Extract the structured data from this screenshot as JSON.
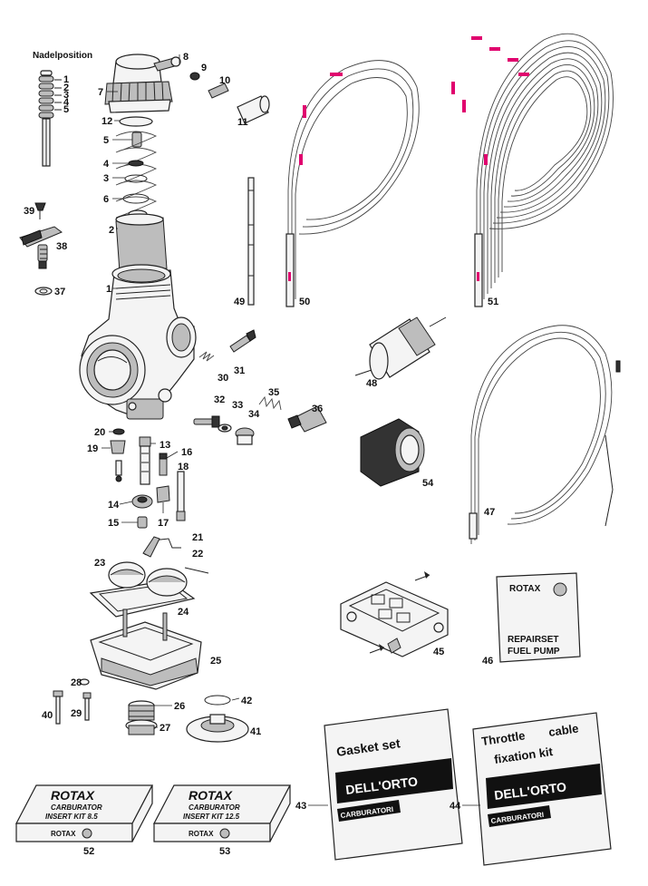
{
  "needle": {
    "title": "Nadelposition",
    "positions": [
      "1",
      "2",
      "3",
      "4",
      "5"
    ]
  },
  "callouts": [
    "1",
    "2",
    "3",
    "4",
    "5",
    "6",
    "7",
    "8",
    "9",
    "10",
    "11",
    "12",
    "13",
    "14",
    "15",
    "16",
    "17",
    "18",
    "19",
    "20",
    "21",
    "22",
    "23",
    "24",
    "25",
    "26",
    "27",
    "28",
    "29",
    "30",
    "31",
    "32",
    "33",
    "34",
    "35",
    "36",
    "37",
    "38",
    "39",
    "40",
    "41",
    "42",
    "43",
    "44",
    "45",
    "46",
    "47",
    "48",
    "49",
    "50",
    "51",
    "52",
    "53",
    "54"
  ],
  "kits": {
    "kit85": {
      "brand": "ROTAX",
      "line1": "CARBURATOR",
      "line2": "INSERT KIT 8.5",
      "footer": "ROTAX"
    },
    "kit125": {
      "brand": "ROTAX",
      "line1": "CARBURATOR",
      "line2": "INSERT KIT 12.5",
      "footer": "ROTAX"
    }
  },
  "repairset": {
    "brand": "ROTAX",
    "line1": "REPAIRSET",
    "line2": "FUEL PUMP"
  },
  "gasket_bag": {
    "title": "Gasket set",
    "brand": "DELL'ORTO",
    "sub": "CARBURATORI"
  },
  "throttle_bag": {
    "title1": "Throttle",
    "title2": "cable",
    "title3": "fixation kit",
    "brand": "DELL'ORTO",
    "sub": "CARBURATORI"
  },
  "colors": {
    "ink": "#111111",
    "pink": "#e0006e",
    "paper": "#ffffff"
  }
}
